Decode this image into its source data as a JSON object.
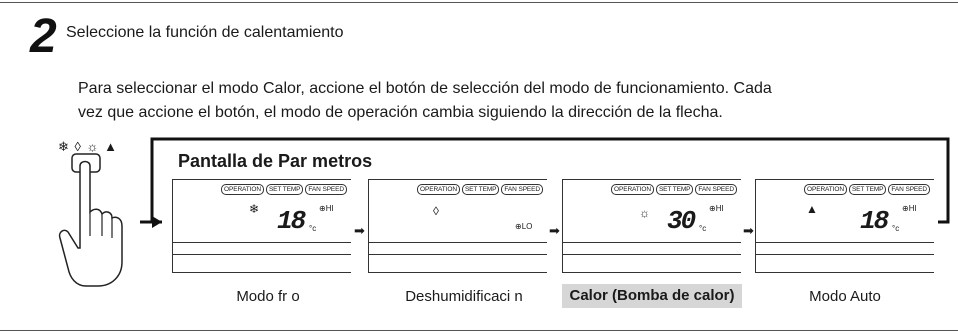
{
  "step": {
    "number": "2",
    "title": "Seleccione la función de calentamiento",
    "paragraph_line1": "Para seleccionar el modo Calor, accione el botón de selección del modo de funcionamiento. Cada",
    "paragraph_line2": "vez que accione el botón, el modo de operación cambia siguiendo la dirección de la flecha."
  },
  "remote": {
    "mode_icons": "❄ ◊ ☼ ▲"
  },
  "panel": {
    "title": "Pantalla de Par metros",
    "screens": [
      {
        "tags": [
          "OPERATION",
          "SET TEMP",
          "FAN SPEED"
        ],
        "mode_icon": "❄",
        "temp": "18",
        "unit": "°c",
        "fan": "⊕HI",
        "caption": "Modo fr o",
        "highlight": false
      },
      {
        "tags": [
          "OPERATION",
          "SET TEMP",
          "FAN SPEED"
        ],
        "mode_icon": "◊",
        "temp": "",
        "unit": "",
        "fan": "⊕LO",
        "caption": "Deshumidificaci n",
        "highlight": false
      },
      {
        "tags": [
          "OPERATION",
          "SET TEMP",
          "FAN SPEED"
        ],
        "mode_icon": "☼",
        "temp": "30",
        "unit": "°c",
        "fan": "⊕HI",
        "caption": "Calor (Bomba de calor)",
        "highlight": true
      },
      {
        "tags": [
          "OPERATION",
          "SET TEMP",
          "FAN SPEED"
        ],
        "mode_icon": "▲",
        "temp": "18",
        "unit": "°c",
        "fan": "⊕HI",
        "caption": "Modo Auto",
        "highlight": false
      }
    ]
  },
  "colors": {
    "highlight_bg": "#d6d6d6",
    "line": "#333333"
  }
}
